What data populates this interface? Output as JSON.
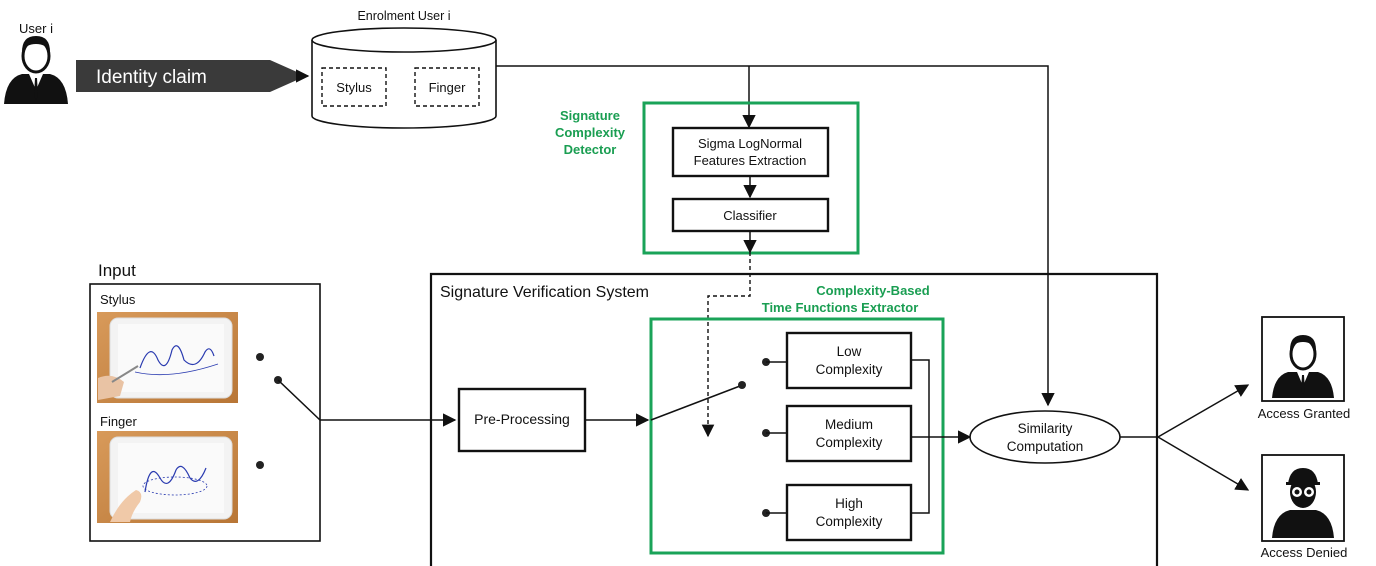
{
  "user": {
    "label": "User i"
  },
  "identity_claim": {
    "label": "Identity claim"
  },
  "enrolment": {
    "title": "Enrolment User i",
    "stylus": "Stylus",
    "finger": "Finger"
  },
  "complexity_detector": {
    "title_lines": [
      "Signature",
      "Complexity",
      "Detector"
    ],
    "features_lines": [
      "Sigma LogNormal",
      "Features Extraction"
    ],
    "classifier": "Classifier"
  },
  "input": {
    "title": "Input",
    "stylus": "Stylus",
    "finger": "Finger"
  },
  "verification": {
    "title": "Signature Verification System"
  },
  "extractor": {
    "title_lines": [
      "Complexity-Based",
      "Time Functions Extractor"
    ]
  },
  "preprocessing": {
    "label": "Pre-Processing"
  },
  "complexity_levels": [
    {
      "lines": [
        "Low",
        "Complexity"
      ]
    },
    {
      "lines": [
        "Medium",
        "Complexity"
      ]
    },
    {
      "lines": [
        "High",
        "Complexity"
      ]
    }
  ],
  "similarity": {
    "lines": [
      "Similarity",
      "Computation"
    ]
  },
  "outputs": {
    "granted": "Access Granted",
    "denied": "Access Denied"
  },
  "colors": {
    "accent_green": "#1aa358",
    "identity_bar": "#3a3a3a",
    "tablet_bg": "#c98a4a"
  }
}
